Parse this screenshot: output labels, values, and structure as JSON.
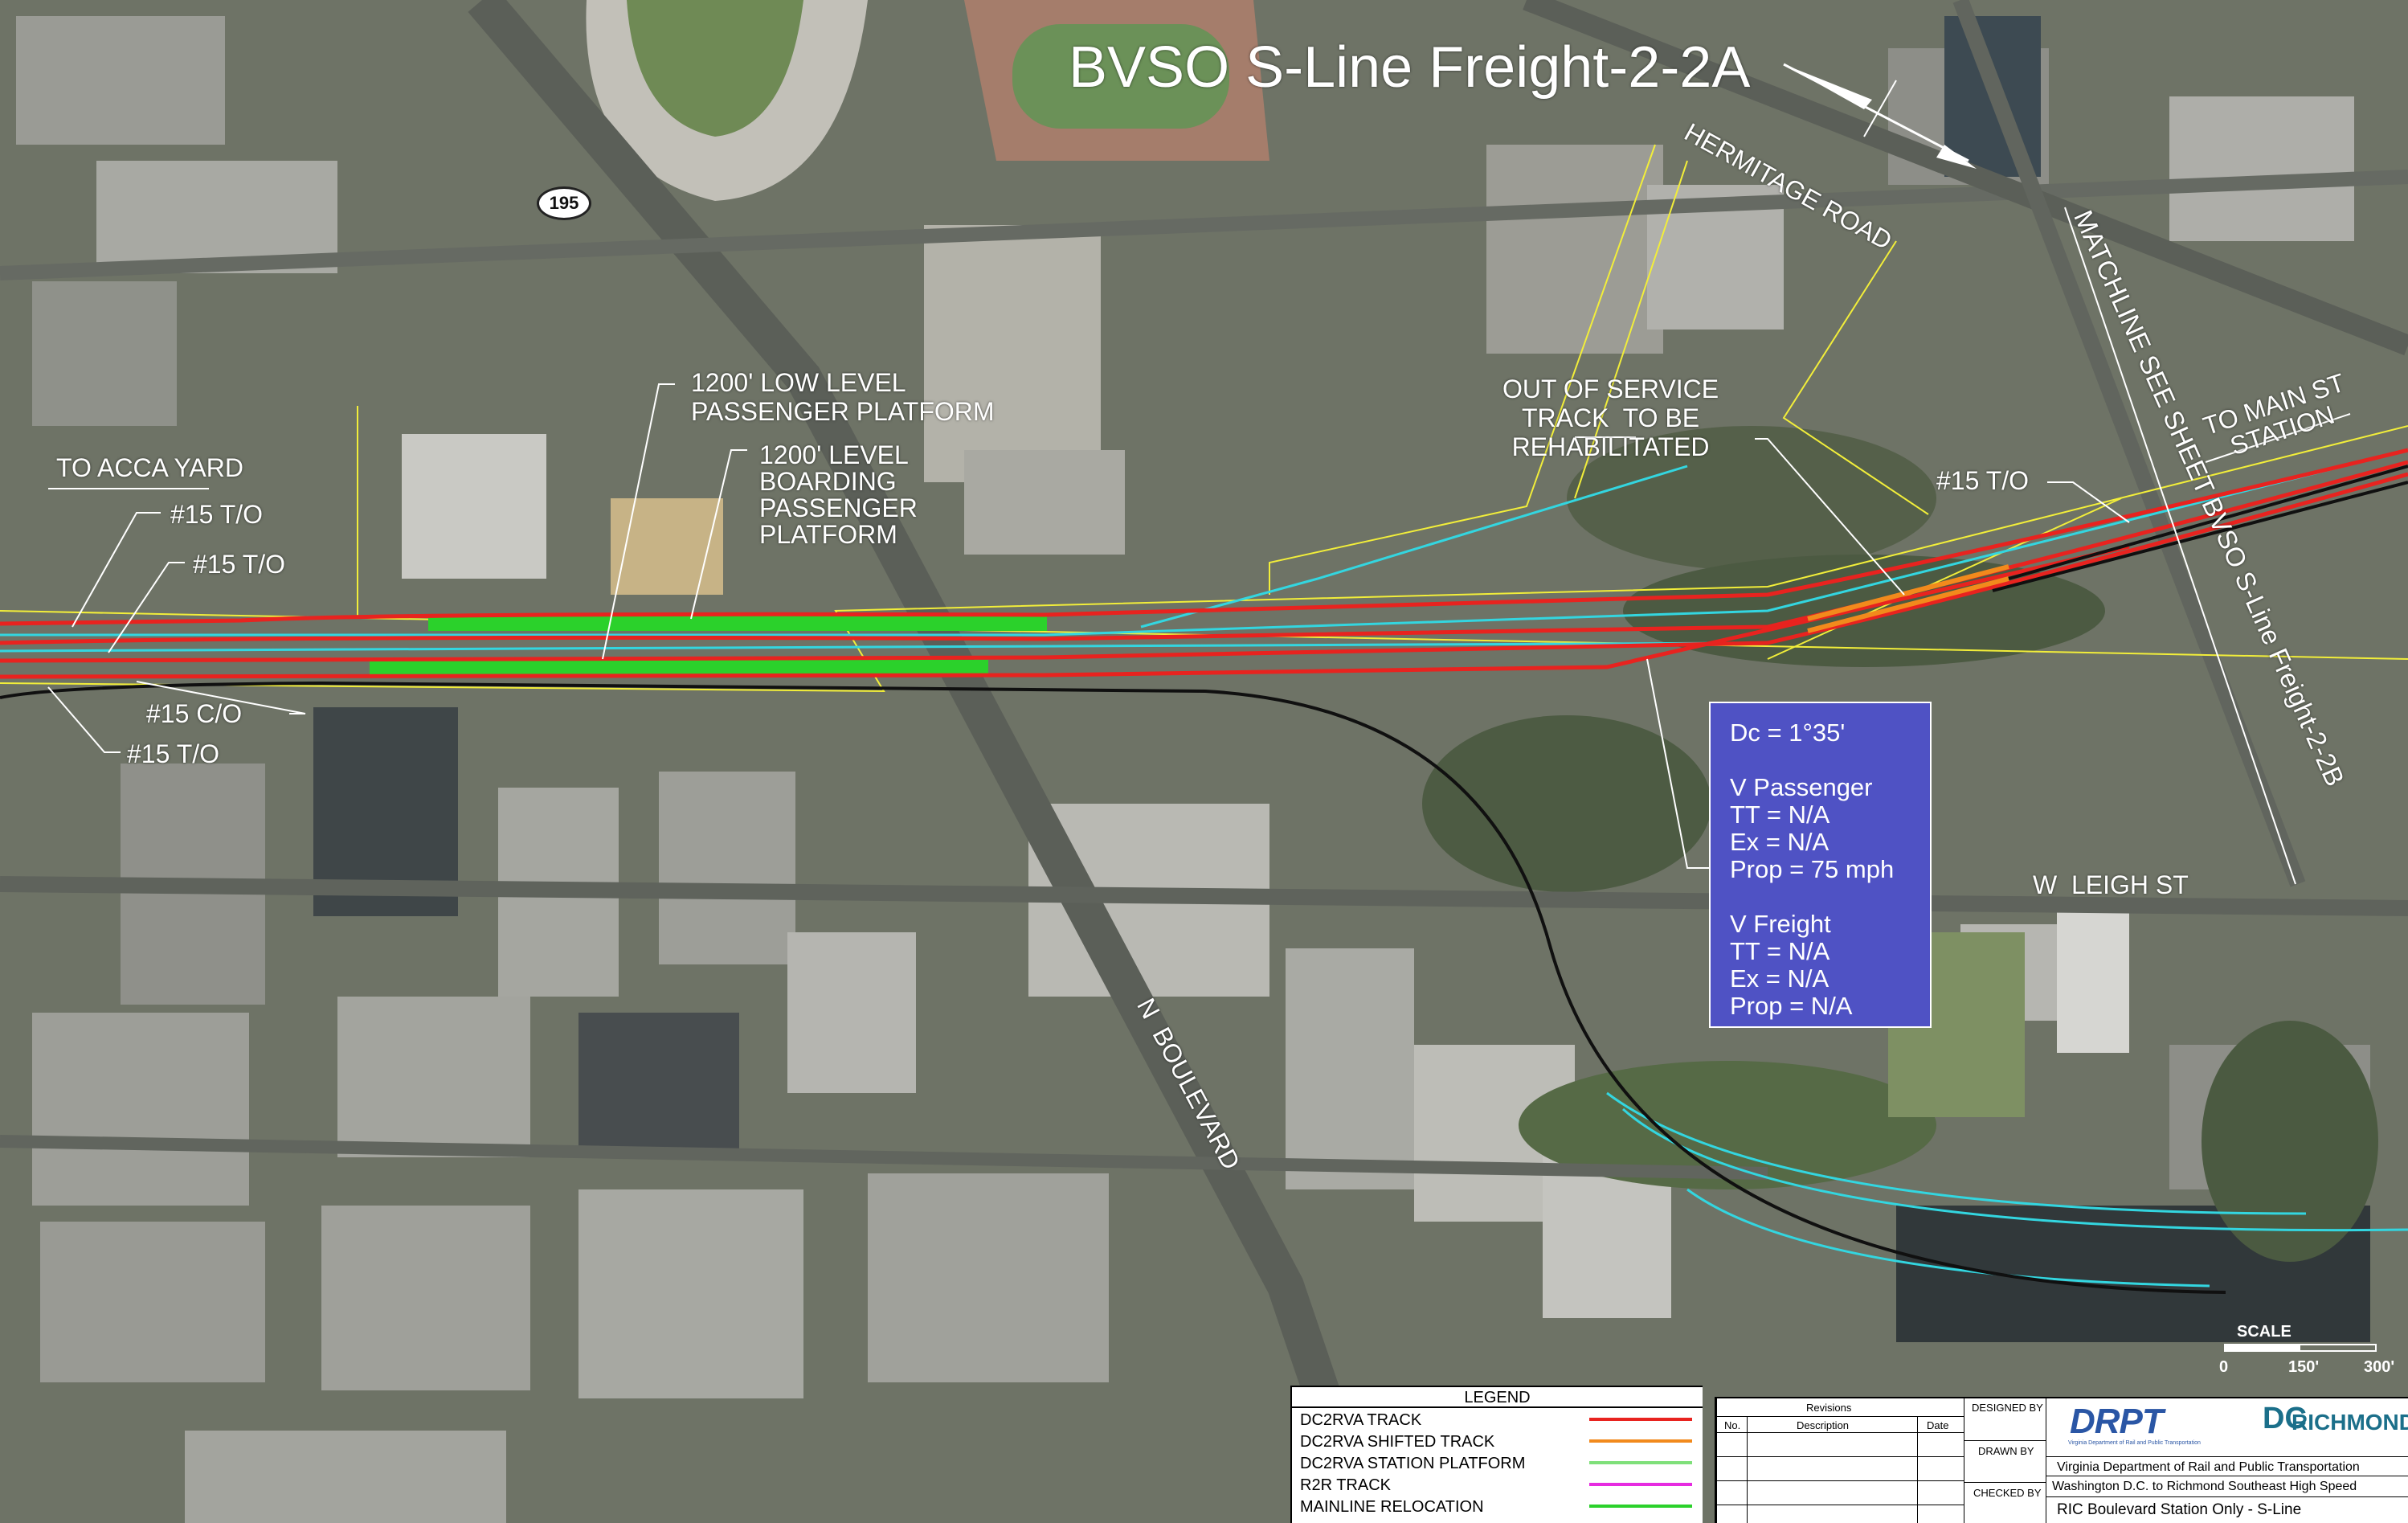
{
  "title": "BVSO S-Line Freight-2-2A",
  "highway_shield": "195",
  "labels": {
    "platform_low": "1200' LOW LEVEL\nPASSENGER PLATFORM",
    "platform_level": "1200' LEVEL\nBOARDING\nPASSENGER\nPLATFORM",
    "to_acca_yard": "TO ACCA YARD",
    "turnout_1": "#15 T/O",
    "turnout_2": "#15 T/O",
    "crossover": "#15 C/O",
    "turnout_3": "#15 T/O",
    "out_of_service": "OUT OF SERVICE\nTRACK  TO BE\nREHABILITATED",
    "turnout_4": "#15 T/O",
    "to_main_st": "TO MAIN ST\nSTATION",
    "hermitage_road": "HERMITAGE ROAD",
    "matchline": "MATCHLINE SEE SHEET BVSO S-Line Freight-2-2B",
    "n_boulevard": "N  BOULEVARD",
    "w_leigh_st": "W  LEIGH ST"
  },
  "curve_info": {
    "dc": "Dc = 1°35'",
    "v_passenger": "V Passenger",
    "tt_passenger": "TT = N/A",
    "ex_passenger": "Ex = N/A",
    "prop_passenger": "Prop = 75 mph",
    "v_freight": "V Freight",
    "tt_freight": "TT = N/A",
    "ex_freight": "Ex = N/A",
    "prop_freight": "Prop = N/A"
  },
  "scale": {
    "title": "SCALE",
    "tick_0": "0",
    "tick_1": "150'",
    "tick_2": "300'"
  },
  "legend": {
    "heading": "LEGEND",
    "items": [
      {
        "label": "DC2RVA TRACK",
        "color": "#e8231f"
      },
      {
        "label": "DC2RVA SHIFTED TRACK",
        "color": "#f28a1c"
      },
      {
        "label": "DC2RVA STATION PLATFORM",
        "color": "#7fe07a"
      },
      {
        "label": "R2R TRACK",
        "color": "#e62be0"
      },
      {
        "label": "MAINLINE RELOCATION",
        "color": "#2bd12b"
      }
    ]
  },
  "title_block": {
    "revisions": "Revisions",
    "no": "No.",
    "description": "Description",
    "date": "Date",
    "designed_by": "DESIGNED BY",
    "drawn_by": "DRAWN BY",
    "checked_by": "CHECKED BY",
    "drpt_logo": "DRPT",
    "drpt_sub": "Virginia Department of Rail and Public Transportation",
    "dc_logo": "DC",
    "richmond_logo": "RICHMOND",
    "agency": "Virginia Department of Rail and Public Transportation",
    "project": "Washington D.C. to Richmond Southeast High Speed",
    "sheet": "RIC Boulevard Station Only - S-Line"
  },
  "colors": {
    "dc2rva_track": "#e8231f",
    "shifted_track": "#f28a1c",
    "station_platform": "#7fe07a",
    "r2r_track": "#e62be0",
    "mainline_relocation": "#2bd12b",
    "existing_track": "#33d6e0",
    "rail_black": "#101010",
    "right_of_way": "#f2ee3a",
    "info_box": "#4f52c4"
  }
}
